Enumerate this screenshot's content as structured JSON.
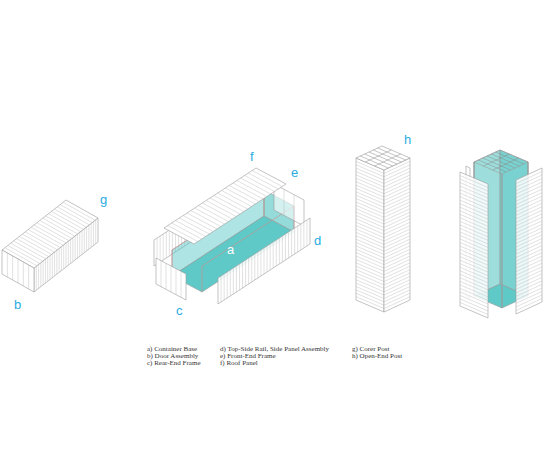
{
  "diagram": {
    "labels": [
      "g",
      "f",
      "e",
      "h",
      "a",
      "d",
      "b",
      "c",
      "a) Container Base",
      "b) Door Assembly",
      "c) Rear-End Frame",
      "d) Top-Side Rail, Side Panel Assembly",
      "e) Front-End Frame",
      "f) Roof Panel",
      "g) Corer Post",
      "h) Open-End Post"
    ]
  }
}
